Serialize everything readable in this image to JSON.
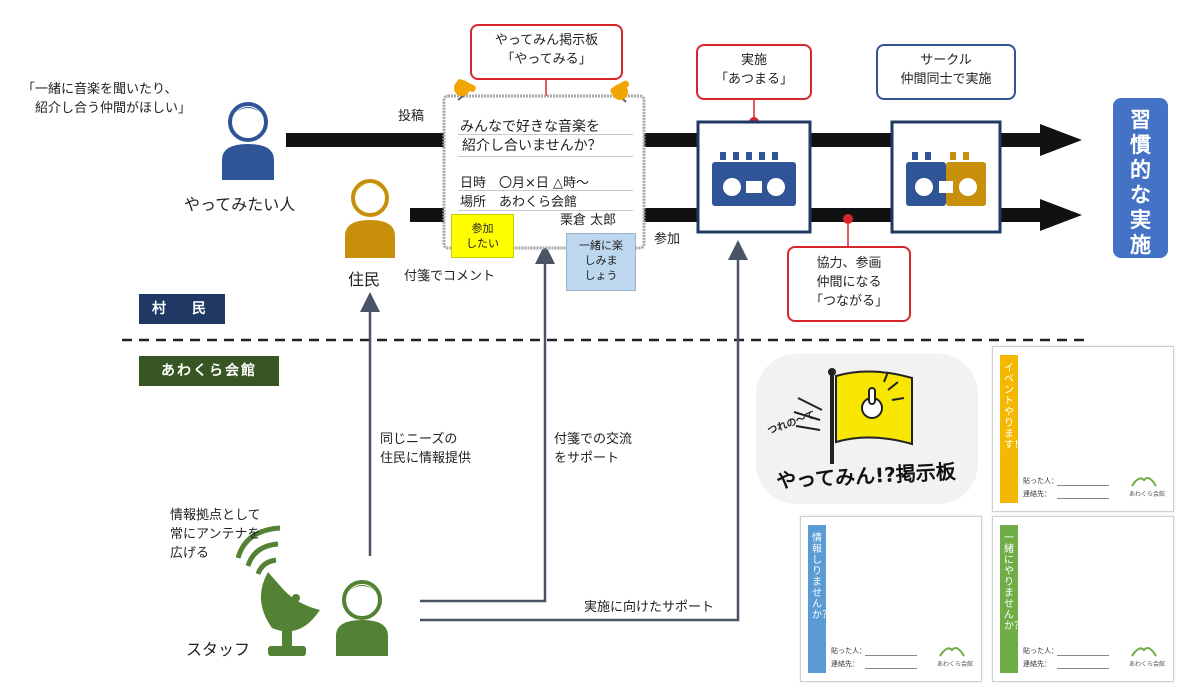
{
  "quote_want": "「一緒に音楽を聞いたり、\n　紹介し合う仲間がほしい」",
  "actor_want": "やってみたい人",
  "actor_resident": "住民",
  "actor_staff": "スタッフ",
  "label_post": "投稿",
  "label_join": "参加",
  "label_sticky_comment": "付箋でコメント",
  "callout_board": "やってみん掲示板\n「やってみる」",
  "callout_implement": "実施\n「あつまる」",
  "callout_circle": "サークル\n仲間同士で実施",
  "callout_cooperate": "協力、参画\n仲間になる\n「つながる」",
  "goal": "習慣的な実施",
  "board": {
    "line1": "みんなで好きな音楽を",
    "line2": "紹介し合いませんか？",
    "date": "日時　〇月×日 △時～",
    "place": "場所　あわくら会館",
    "name": "栗倉 太郎",
    "note_yellow": "参加\nしたい",
    "note_blue": "一緒に楽\nしみま\nしょう"
  },
  "section_village": "村　民",
  "section_hall": "あわくら会館",
  "support_same_needs": "同じニーズの\n住民に情報提供",
  "support_sticky": "付箋での交流\nをサポート",
  "support_antenna": "情報拠点として\n常にアンテナを\n広げる",
  "support_implement": "実施に向けたサポート",
  "logo": {
    "small_text": "つれの～て",
    "main_text": "やってみん!?掲示板"
  },
  "posters": [
    {
      "title": "イベントやります！",
      "color": "#f5b800"
    },
    {
      "title": "情報しりませんか？",
      "color": "#5b9bd5"
    },
    {
      "title": "一緒にやりませんか？",
      "color": "#70ad47"
    }
  ],
  "poster_fields": {
    "poster_by": "貼った人：",
    "contact": "連絡先：",
    "logo_text": "あわくら会館"
  },
  "colors": {
    "navy": "#1f3864",
    "green_dark": "#375623",
    "staff_green": "#548235",
    "resident_gold": "#c8900a",
    "person_blue": "#2f5597",
    "callout_red": "#d7262c",
    "goal_blue": "#4472c4"
  }
}
